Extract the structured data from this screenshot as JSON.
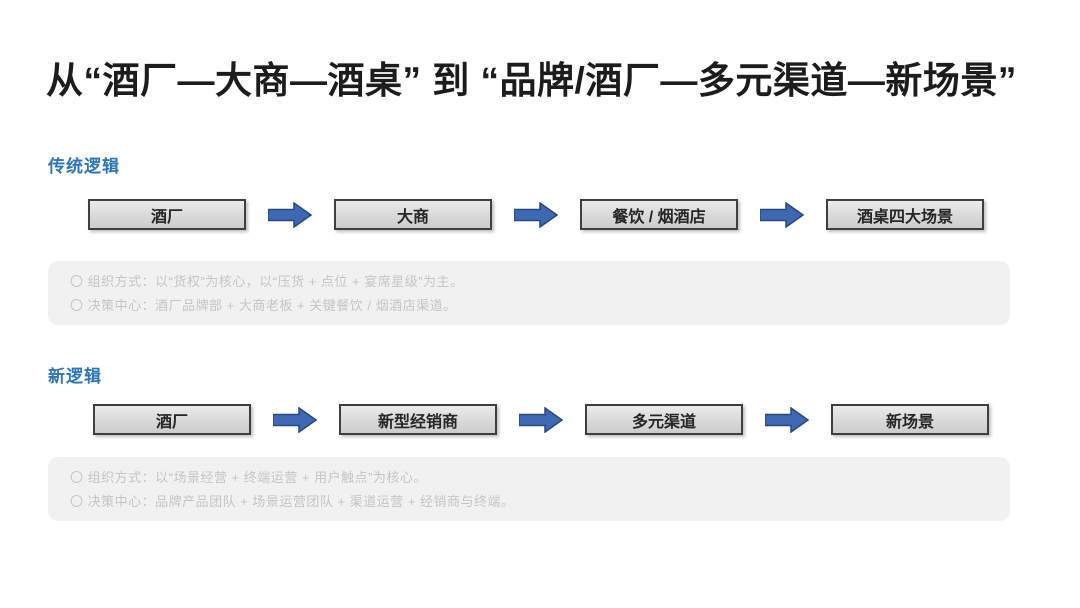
{
  "title": "从“酒厂—大商—酒桌” 到 “品牌/酒厂—多元渠道—新场景”",
  "colors": {
    "accent_blue": "#2E75B6",
    "arrow_fill": "#3E68B2",
    "arrow_border": "#27497E",
    "box_fill": "#D9D9D9",
    "box_border": "#3F3F3F",
    "panel_bg": "#F1F1F1",
    "panel_text": "#C5C5C5",
    "title_text": "#1C1C1C"
  },
  "icons": {
    "arrow": "right-block-arrow"
  },
  "sections": [
    {
      "label": "传统逻辑",
      "boxes": [
        "酒厂",
        "大商",
        "餐饮 / 烟酒店",
        "酒桌四大场景"
      ],
      "notes": [
        "〇 组织方式：以“货权”为核心，以“压货 + 点位 + 宴席星级”为主。",
        "〇 决策中心：酒厂品牌部 + 大商老板 + 关键餐饮 / 烟酒店渠道。"
      ]
    },
    {
      "label": "新逻辑",
      "boxes": [
        "酒厂",
        "新型经销商",
        "多元渠道",
        "新场景"
      ],
      "notes": [
        "〇 组织方式：以“场景经营 + 终端运营 + 用户触点”为核心。",
        "〇 决策中心：品牌产品团队 + 场景运营团队 + 渠道运营 + 经销商与终端。"
      ]
    }
  ]
}
